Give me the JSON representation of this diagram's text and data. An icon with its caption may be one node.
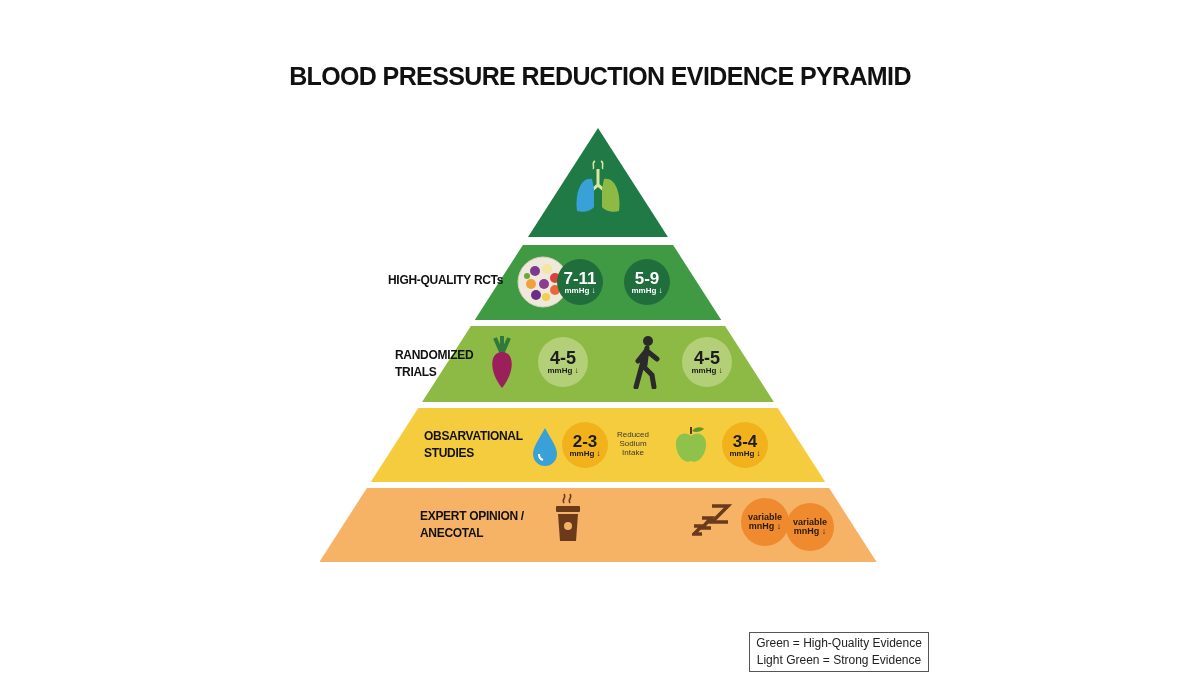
{
  "diagram": {
    "title": "BLOOD PRESSURE REDUCTION EVIDENCE PYRAMID",
    "nodes": [
      {
        "text": [],
        "shape": "triangle"
      },
      {
        "text": [
          "HIGH-QUALITY RCTs"
        ]
      },
      {
        "text": [
          "7-11",
          "mmHg ↓"
        ],
        "in": 1
      },
      {
        "text": [
          "5-9",
          "mmHg ↓"
        ],
        "in": 1
      },
      {
        "text": [
          "RANDOMIZED TRIALS"
        ]
      },
      {
        "text": [
          "4-5",
          "mmHg ↓"
        ],
        "in": 4
      },
      {
        "text": [
          "4-5",
          "mmHg ↓"
        ],
        "in": 4
      },
      {
        "text": [
          "OBSARVATIONAL STUDIES"
        ]
      },
      {
        "text": [
          "2-3",
          "mmHg ↓"
        ],
        "in": 7,
        "beside": [
          "Reduced Sodium Intake"
        ]
      },
      {
        "text": [
          "3-4",
          "mmHg ↓"
        ],
        "in": 7
      },
      {
        "text": [
          "EXPERT OPINION / ANECOTAL"
        ]
      },
      {
        "text": [
          "variable",
          "mnHg ↓"
        ],
        "in": 10
      },
      {
        "text": [
          "variable",
          "mnHg ↓"
        ],
        "in": 10
      }
    ],
    "labels": [
      "Green = High-Quality Evidence",
      "Light Green = Strong Evidence"
    ]
  }
}
